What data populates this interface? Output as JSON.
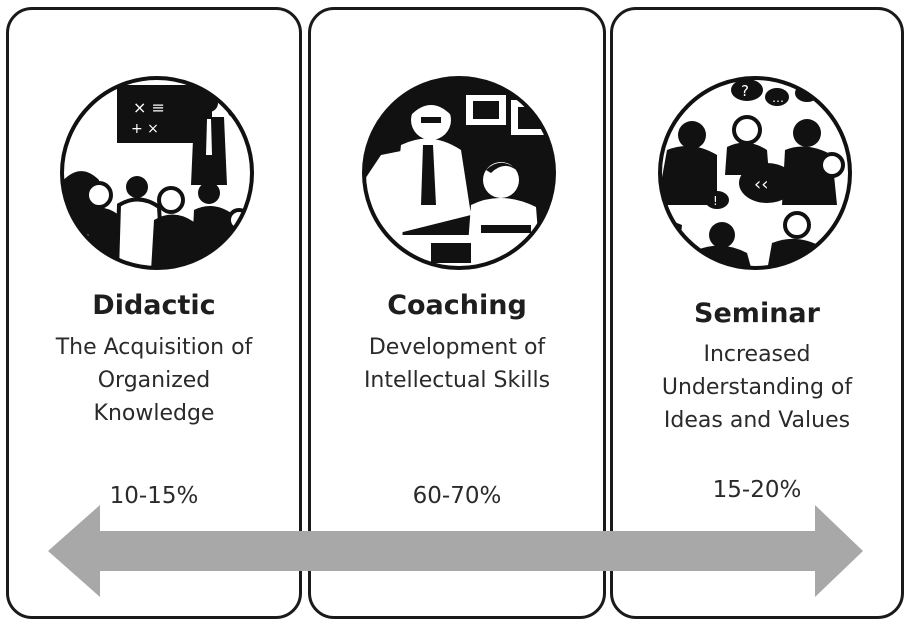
{
  "panels": [
    {
      "title": "Didactic",
      "description": [
        "The Acquisition of",
        "Organized",
        "Knowledge"
      ],
      "percent": "10-15%",
      "illustration": "lecture-illustration-icon"
    },
    {
      "title": "Coaching",
      "description": [
        "Development of",
        "Intellectual Skills"
      ],
      "percent": "60-70%",
      "illustration": "coaching-illustration-icon"
    },
    {
      "title": "Seminar",
      "description": [
        "Increased",
        "Understanding of",
        "Ideas and Values"
      ],
      "percent": "15-20%",
      "illustration": "discussion-illustration-icon"
    }
  ],
  "arrow": {
    "direction": "bidirectional",
    "color": "#a8a8a8"
  }
}
